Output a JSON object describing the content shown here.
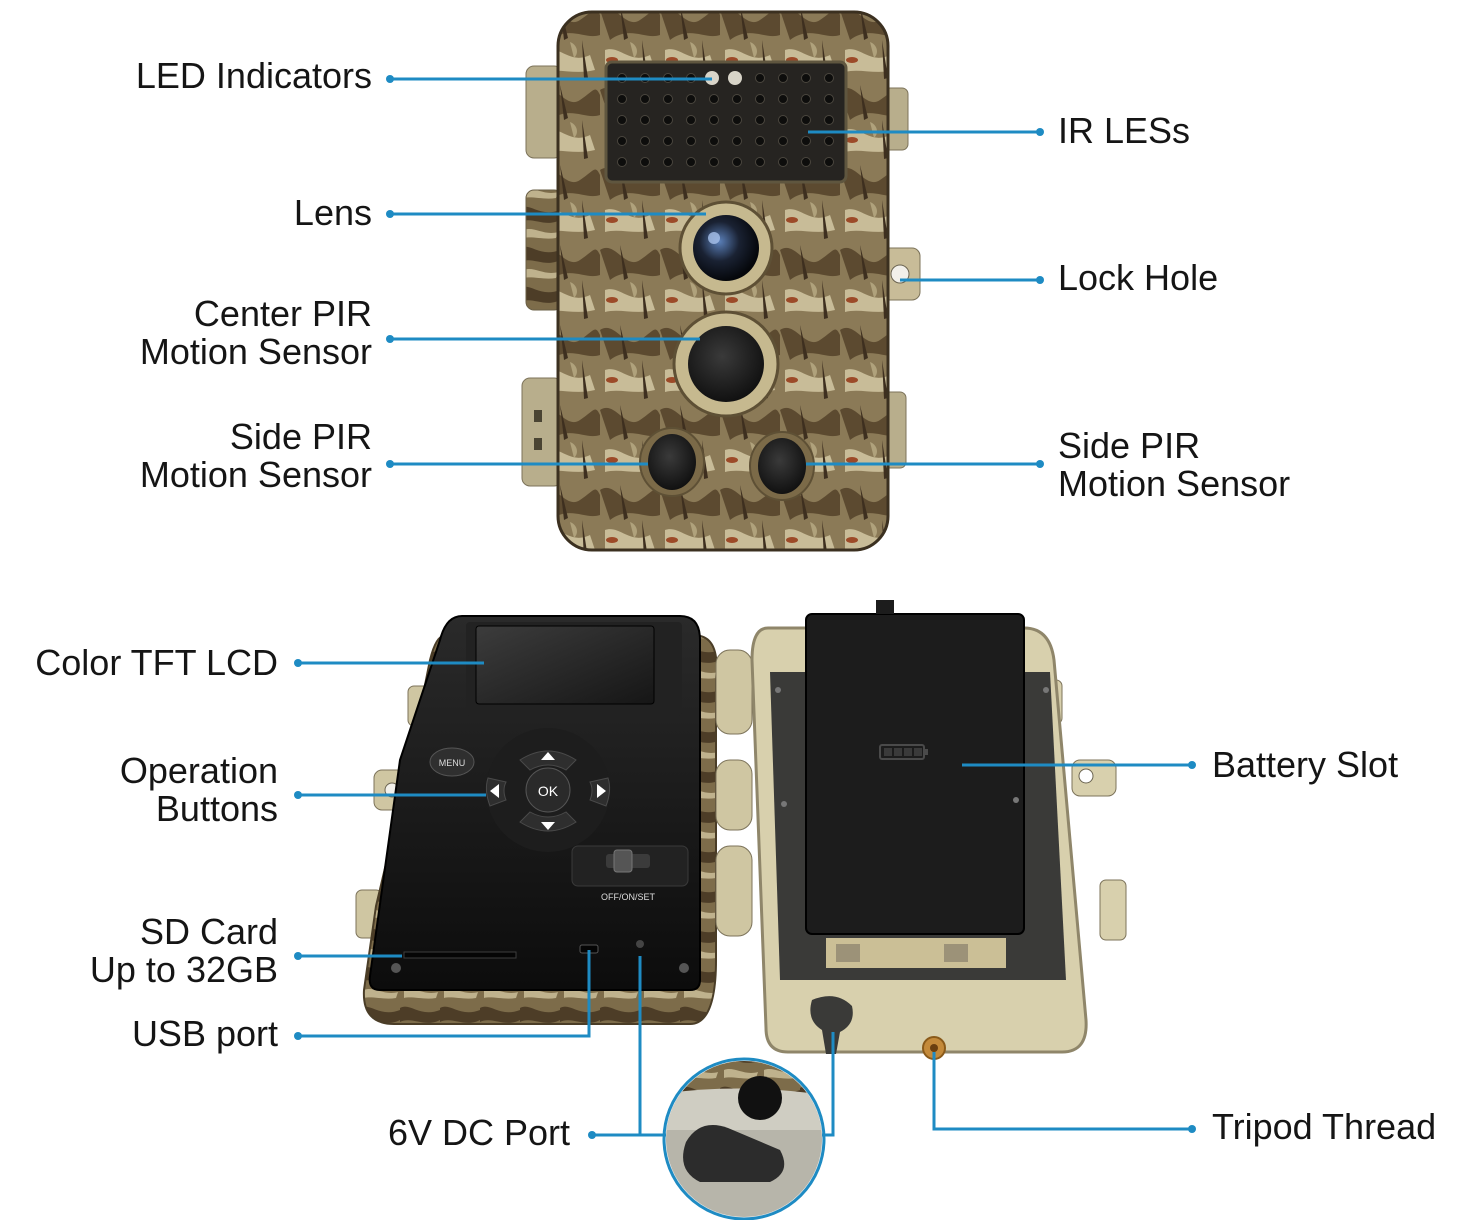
{
  "colors": {
    "callout": "#1e8bc3",
    "camo_base": "#8b7a57",
    "camo_dark": "#4a3a26",
    "camo_light": "#c8bc98",
    "case_beige": "#d8d0ad",
    "panel_black": "#141414",
    "text": "#151515"
  },
  "labels": {
    "led_indicators": "LED Indicators",
    "ir_leds": "IR LESs",
    "lens": "Lens",
    "lock_hole": "Lock Hole",
    "center_pir": [
      "Center PIR",
      "Motion Sensor"
    ],
    "side_pir_left": [
      "Side PIR",
      "Motion Sensor"
    ],
    "side_pir_right": [
      "Side PIR",
      "Motion Sensor"
    ],
    "color_tft_lcd": "Color TFT LCD",
    "operation_buttons": [
      "Operation",
      "Buttons"
    ],
    "battery_slot": "Battery Slot",
    "sd_card": [
      "SD Card",
      "Up to 32GB"
    ],
    "usb_port": "USB port",
    "dc_port": "6V DC Port",
    "tripod_thread": "Tripod Thread"
  },
  "device_text": {
    "menu": "MENU",
    "ok": "OK",
    "switch": "OFF/ON/SET"
  },
  "icons": {
    "lens": "camera-lens-icon",
    "pir": "pir-sensor-icon",
    "battery": "battery-icon",
    "arrows": "arrow-button-icon",
    "lock": "lock-hole-icon",
    "tripod": "tripod-thread-icon"
  }
}
